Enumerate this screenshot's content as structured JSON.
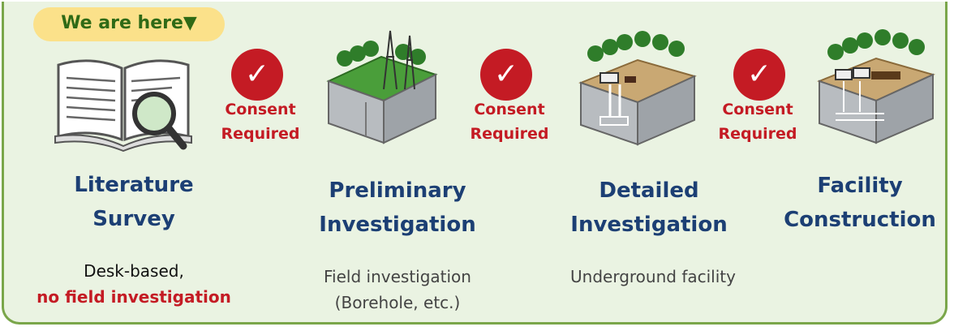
{
  "marker": {
    "label": "We are here▼"
  },
  "stages": [
    {
      "title_line1": "Literature",
      "title_line2": "Survey",
      "desc_line1": "Desk-based,",
      "desc_line2": "no field investigation"
    },
    {
      "title_line1": "Preliminary",
      "title_line2": "Investigation",
      "desc_line1": "Field investigation",
      "desc_line2": "(Borehole, etc.)"
    },
    {
      "title_line1": "Detailed",
      "title_line2": "Investigation",
      "desc_line1": "Underground facility"
    },
    {
      "title_line1": "Facility",
      "title_line2": "Construction"
    }
  ],
  "transitions": [
    {
      "check": "✓",
      "line1": "Consent",
      "line2": "Required"
    },
    {
      "check": "✓",
      "line1": "Consent",
      "line2": "Required"
    },
    {
      "check": "✓",
      "line1": "Consent",
      "line2": "Required"
    }
  ],
  "icons": {
    "stage1": "open-book-with-magnifier-icon",
    "stage2": "ground-block-with-power-tower-icon",
    "stage3": "ground-block-with-borehole-icon",
    "stage4": "ground-block-with-facility-icon",
    "check": "checkmark-icon"
  },
  "colors": {
    "panel_bg": "#eaf3e2",
    "border": "#7aa64a",
    "marker_bg": "#fbe18a",
    "marker_text": "#2f6a16",
    "accent_red": "#c41b24",
    "title_blue": "#1c3f74"
  }
}
